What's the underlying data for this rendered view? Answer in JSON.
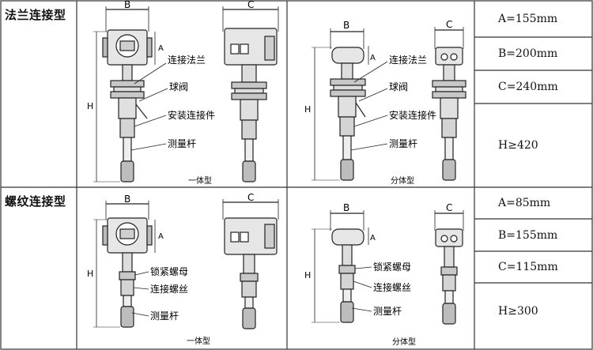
{
  "rows": [
    {
      "type_label": "法兰连接型",
      "dims": {
        "b": "B",
        "c": "C",
        "a": "A",
        "h": "H"
      },
      "integral": {
        "callouts": [
          "连接法兰",
          "球阀",
          "安装连接件",
          "测量杆"
        ],
        "caption": "一体型"
      },
      "split": {
        "callouts": [
          "连接法兰",
          "球阀",
          "安装连接件",
          "测量杆"
        ],
        "caption": "分体型"
      },
      "specs": [
        "A=155mm",
        "B=200mm",
        "C=240mm",
        "H≥420"
      ]
    },
    {
      "type_label": "螺纹连接型",
      "dims": {
        "b": "B",
        "c": "C",
        "a": "A",
        "h": "H"
      },
      "integral": {
        "callouts": [
          "锁紧螺母",
          "连接螺丝",
          "测量杆"
        ],
        "caption": "一体型"
      },
      "split": {
        "callouts": [
          "锁紧螺母",
          "连接螺丝",
          "测量杆"
        ],
        "caption": "分体型"
      },
      "specs": [
        "A=85mm",
        "B=155mm",
        "C=115mm",
        "H≥300"
      ]
    }
  ]
}
